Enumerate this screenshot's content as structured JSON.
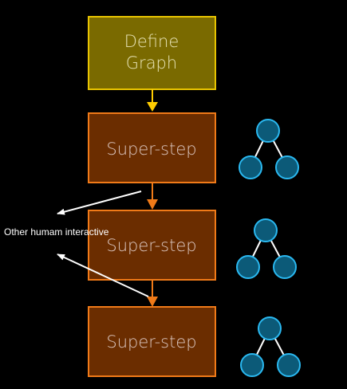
{
  "nodes": {
    "define_graph": {
      "line1": "Define",
      "line2": "Graph"
    },
    "super_steps": [
      {
        "label": "Super-step"
      },
      {
        "label": "Super-step"
      },
      {
        "label": "Super-step"
      }
    ]
  },
  "annotation": {
    "text": "Other humam interactive"
  },
  "colors": {
    "define_fill": "#7a6a00",
    "define_stroke": "#e8c400",
    "step_fill": "#6b2d00",
    "step_stroke": "#f07a18",
    "arrow_yellow": "#ffcc00",
    "arrow_orange": "#f07a18",
    "tree_node_fill": "#0c5a78",
    "tree_node_stroke": "#2ab8f0",
    "tree_edge": "#ffffff"
  },
  "icons": {
    "tree": "tree-graph-icon"
  }
}
